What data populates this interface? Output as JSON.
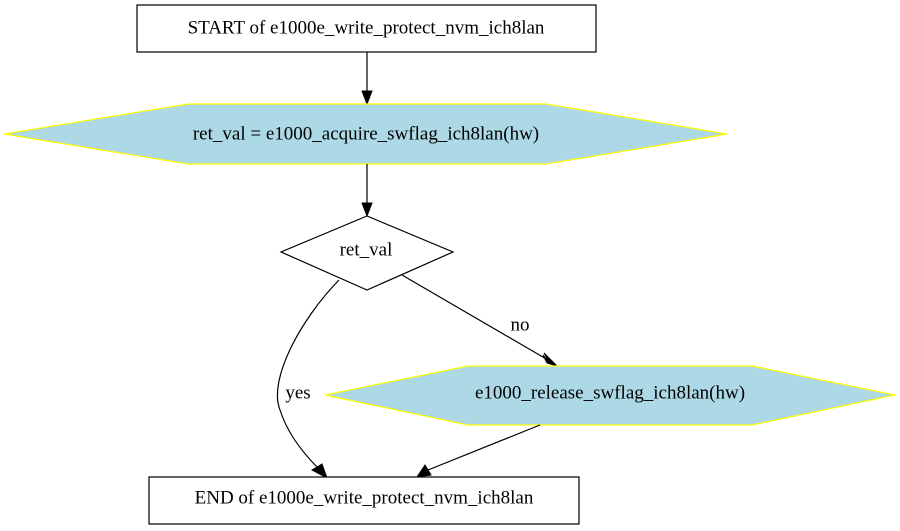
{
  "diagram": {
    "nodes": {
      "start": {
        "label": "START of e1000e_write_protect_nvm_ich8lan",
        "shape": "box"
      },
      "acquire": {
        "label": "ret_val = e1000_acquire_swflag_ich8lan(hw)",
        "shape": "hexagon"
      },
      "decision": {
        "label": "ret_val",
        "shape": "diamond"
      },
      "release": {
        "label": "e1000_release_swflag_ich8lan(hw)",
        "shape": "hexagon"
      },
      "end": {
        "label": "END of e1000e_write_protect_nvm_ich8lan",
        "shape": "box"
      }
    },
    "edges": {
      "start_to_acquire": {
        "label": ""
      },
      "acquire_to_decision": {
        "label": ""
      },
      "decision_no": {
        "label": "no"
      },
      "decision_yes": {
        "label": "yes"
      },
      "release_to_end": {
        "label": ""
      }
    },
    "colors": {
      "hexagon_fill": "#add8e6",
      "hexagon_stroke": "#ffff00",
      "line": "#000000",
      "box_fill": "#ffffff"
    }
  }
}
